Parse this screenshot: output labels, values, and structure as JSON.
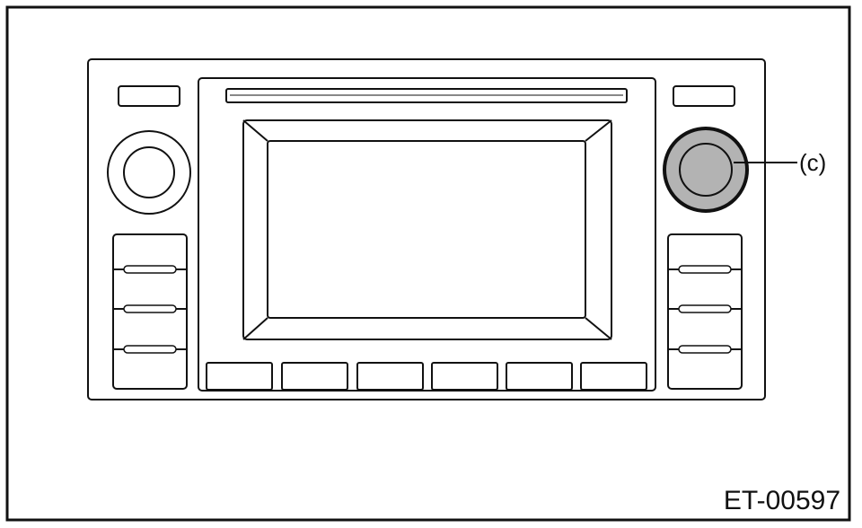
{
  "figure": {
    "callout_label": "(c)",
    "figure_code": "ET-00597",
    "highlight_color": "#b3b3b3",
    "line_color": "#111111",
    "components": {
      "right_knob": "highlighted",
      "left_knob": "plain"
    }
  }
}
